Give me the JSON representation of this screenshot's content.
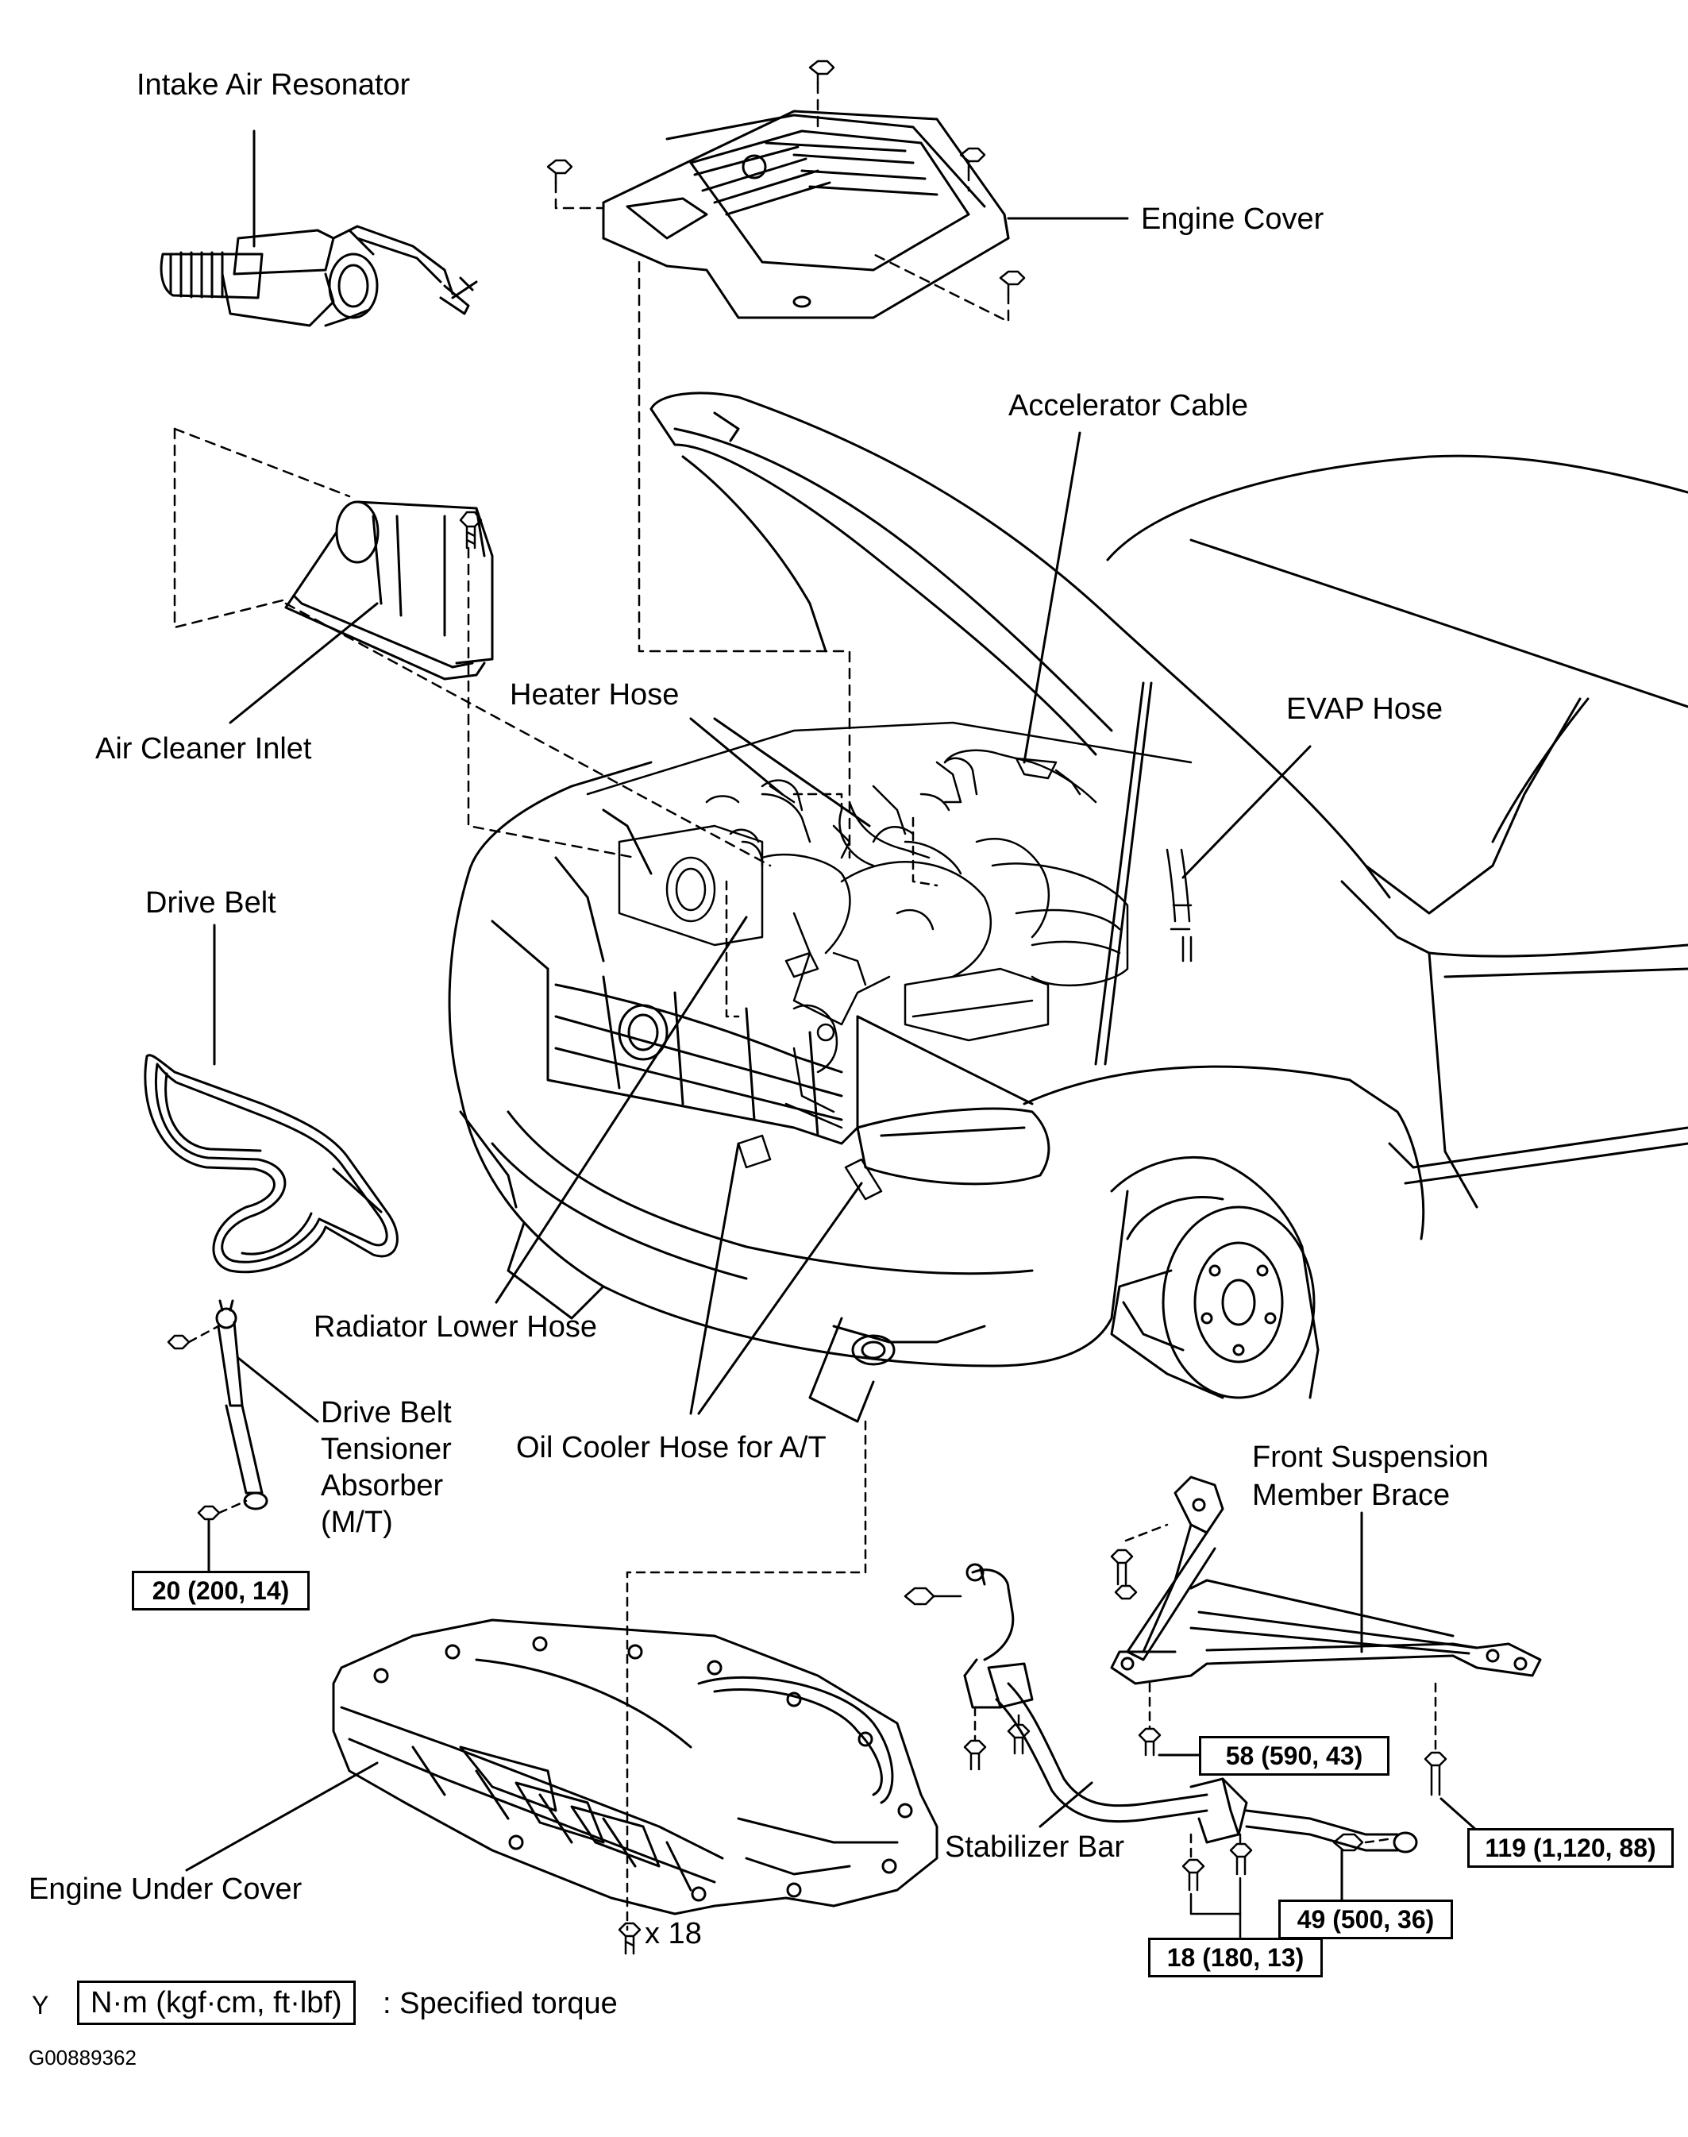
{
  "labels": {
    "intake_air_resonator": "Intake Air Resonator",
    "engine_cover": "Engine Cover",
    "accelerator_cable": "Accelerator Cable",
    "heater_hose": "Heater Hose",
    "evap_hose": "EVAP Hose",
    "air_cleaner_inlet": "Air Cleaner Inlet",
    "drive_belt": "Drive Belt",
    "radiator_lower_hose": "Radiator Lower Hose",
    "drive_belt_tensioner_1": "Drive Belt",
    "drive_belt_tensioner_2": "Tensioner",
    "drive_belt_tensioner_3": "Absorber",
    "drive_belt_tensioner_4": "(M/T)",
    "oil_cooler_hose": "Oil Cooler Hose for A/T",
    "front_suspension_1": "Front  Suspension",
    "front_suspension_2": "Member Brace",
    "stabilizer_bar": "Stabilizer Bar",
    "engine_under_cover": "Engine Under Cover",
    "bolt_count": "x 18"
  },
  "torques": {
    "t_20": "20 (200, 14)",
    "t_58": "58 (590, 43)",
    "t_119": "119 (1,120, 88)",
    "t_49": "49 (500, 36)",
    "t_18": "18 (180, 13)"
  },
  "legend": {
    "marker": "Y",
    "box": "N·m (kgf·cm, ft·lbf)",
    "text": ": Specified torque"
  },
  "figure_id": "G00889362"
}
